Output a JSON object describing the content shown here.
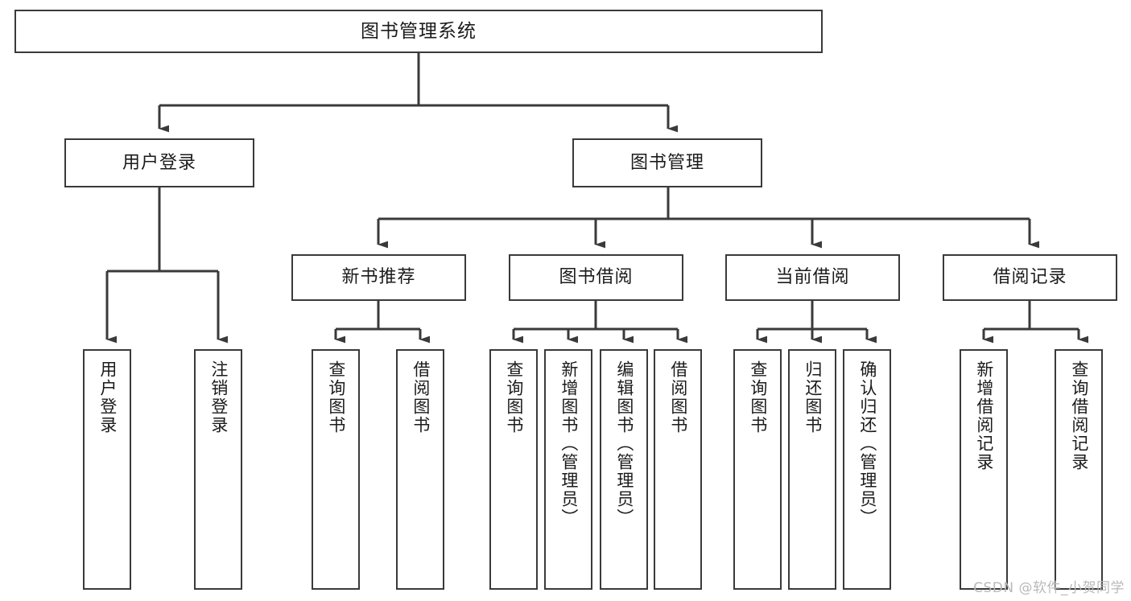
{
  "diagram": {
    "title": "图书管理系统",
    "type": "tree-hierarchy-diagram",
    "colors": {
      "box_border": "#3a3a3a",
      "box_fill": "#ffffff",
      "connector": "#3a3a3a",
      "text": "#1b1b1b",
      "watermark": "#b9b9b9",
      "background": "#ffffff"
    }
  },
  "root": {
    "label": "图书管理系统"
  },
  "level2": [
    {
      "id": "user-login",
      "label": "用户登录"
    },
    {
      "id": "book-management",
      "label": "图书管理"
    }
  ],
  "level3": [
    {
      "id": "new-book-recommend",
      "label": "新书推荐"
    },
    {
      "id": "book-borrow",
      "label": "图书借阅"
    },
    {
      "id": "current-borrow",
      "label": "当前借阅"
    },
    {
      "id": "borrow-record",
      "label": "借阅记录"
    }
  ],
  "leaves": {
    "user_login": [
      {
        "id": "leaf-user-login",
        "label": "用户登录"
      },
      {
        "id": "leaf-logout-login",
        "label": "注销登录"
      }
    ],
    "new_book_recommend": [
      {
        "id": "leaf-query-book-1",
        "label": "查询图书"
      },
      {
        "id": "leaf-borrow-book-1",
        "label": "借阅图书"
      }
    ],
    "book_borrow": [
      {
        "id": "leaf-query-book-2",
        "label": "查询图书"
      },
      {
        "id": "leaf-add-book-admin",
        "label": "新增图书（管理员）"
      },
      {
        "id": "leaf-edit-book-admin",
        "label": "编辑图书（管理员）"
      },
      {
        "id": "leaf-borrow-book-2",
        "label": "借阅图书"
      }
    ],
    "current_borrow": [
      {
        "id": "leaf-query-book-3",
        "label": "查询图书"
      },
      {
        "id": "leaf-return-book",
        "label": "归还图书"
      },
      {
        "id": "leaf-confirm-return-admin",
        "label": "确认归还（管理员）"
      }
    ],
    "borrow_record": [
      {
        "id": "leaf-add-borrow-record",
        "label": "新增借阅记录"
      },
      {
        "id": "leaf-query-borrow-record",
        "label": "查询借阅记录"
      }
    ]
  },
  "watermark": {
    "text": "CSDN @软件_小贺同学"
  }
}
